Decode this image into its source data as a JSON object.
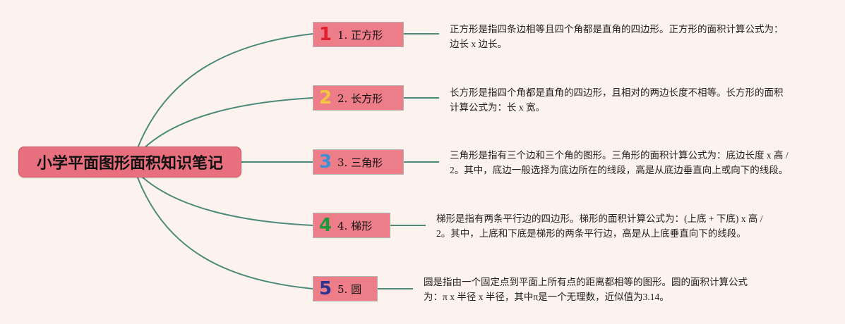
{
  "root": {
    "title": "小学平面图形面积知识笔记"
  },
  "branches": [
    {
      "num": "1",
      "num_color": "#e0202f",
      "label": "1. 正方形",
      "lines": [
        "正方形是指四条边相等且四个角都是直角的四边形。正方形的面积计算公式为：",
        "边长 x 边长。"
      ]
    },
    {
      "num": "2",
      "num_color": "#f2c540",
      "label": "2. 长方形",
      "lines": [
        "长方形是指四个角都是直角的四边形，且相对的两边长度不相等。长方形的面积",
        "计算公式为：长 x 宽。"
      ]
    },
    {
      "num": "3",
      "num_color": "#3f8fd6",
      "label": "3. 三角形",
      "lines": [
        "三角形是指有三个边和三个角的图形。三角形的面积计算公式为：底边长度 x 高 /",
        "2。其中，底边一般选择为底边所在的线段，高是从底边垂直向上或向下的线段。"
      ]
    },
    {
      "num": "4",
      "num_color": "#1f9a3b",
      "label": "4. 梯形",
      "lines": [
        "梯形是指有两条平行边的四边形。梯形的面积计算公式为：(上底 + 下底) x 高 /",
        "2。其中，上底和下底是梯形的两条平行边，高是从上底垂直向下的线段。"
      ]
    },
    {
      "num": "5",
      "num_color": "#2a3590",
      "label": "5. 圆",
      "lines": [
        "圆是指由一个固定点到平面上所有点的距离都相等的图形。圆的面积计算公式",
        "为：π x 半径 x 半径，其中π是一个无理数，近似值为3.14。"
      ]
    }
  ],
  "colors": {
    "connector": "#4c8b79",
    "root_bg": "#e8707e",
    "branch_bg": "#ec7d89",
    "background": "#fdf3ee"
  }
}
